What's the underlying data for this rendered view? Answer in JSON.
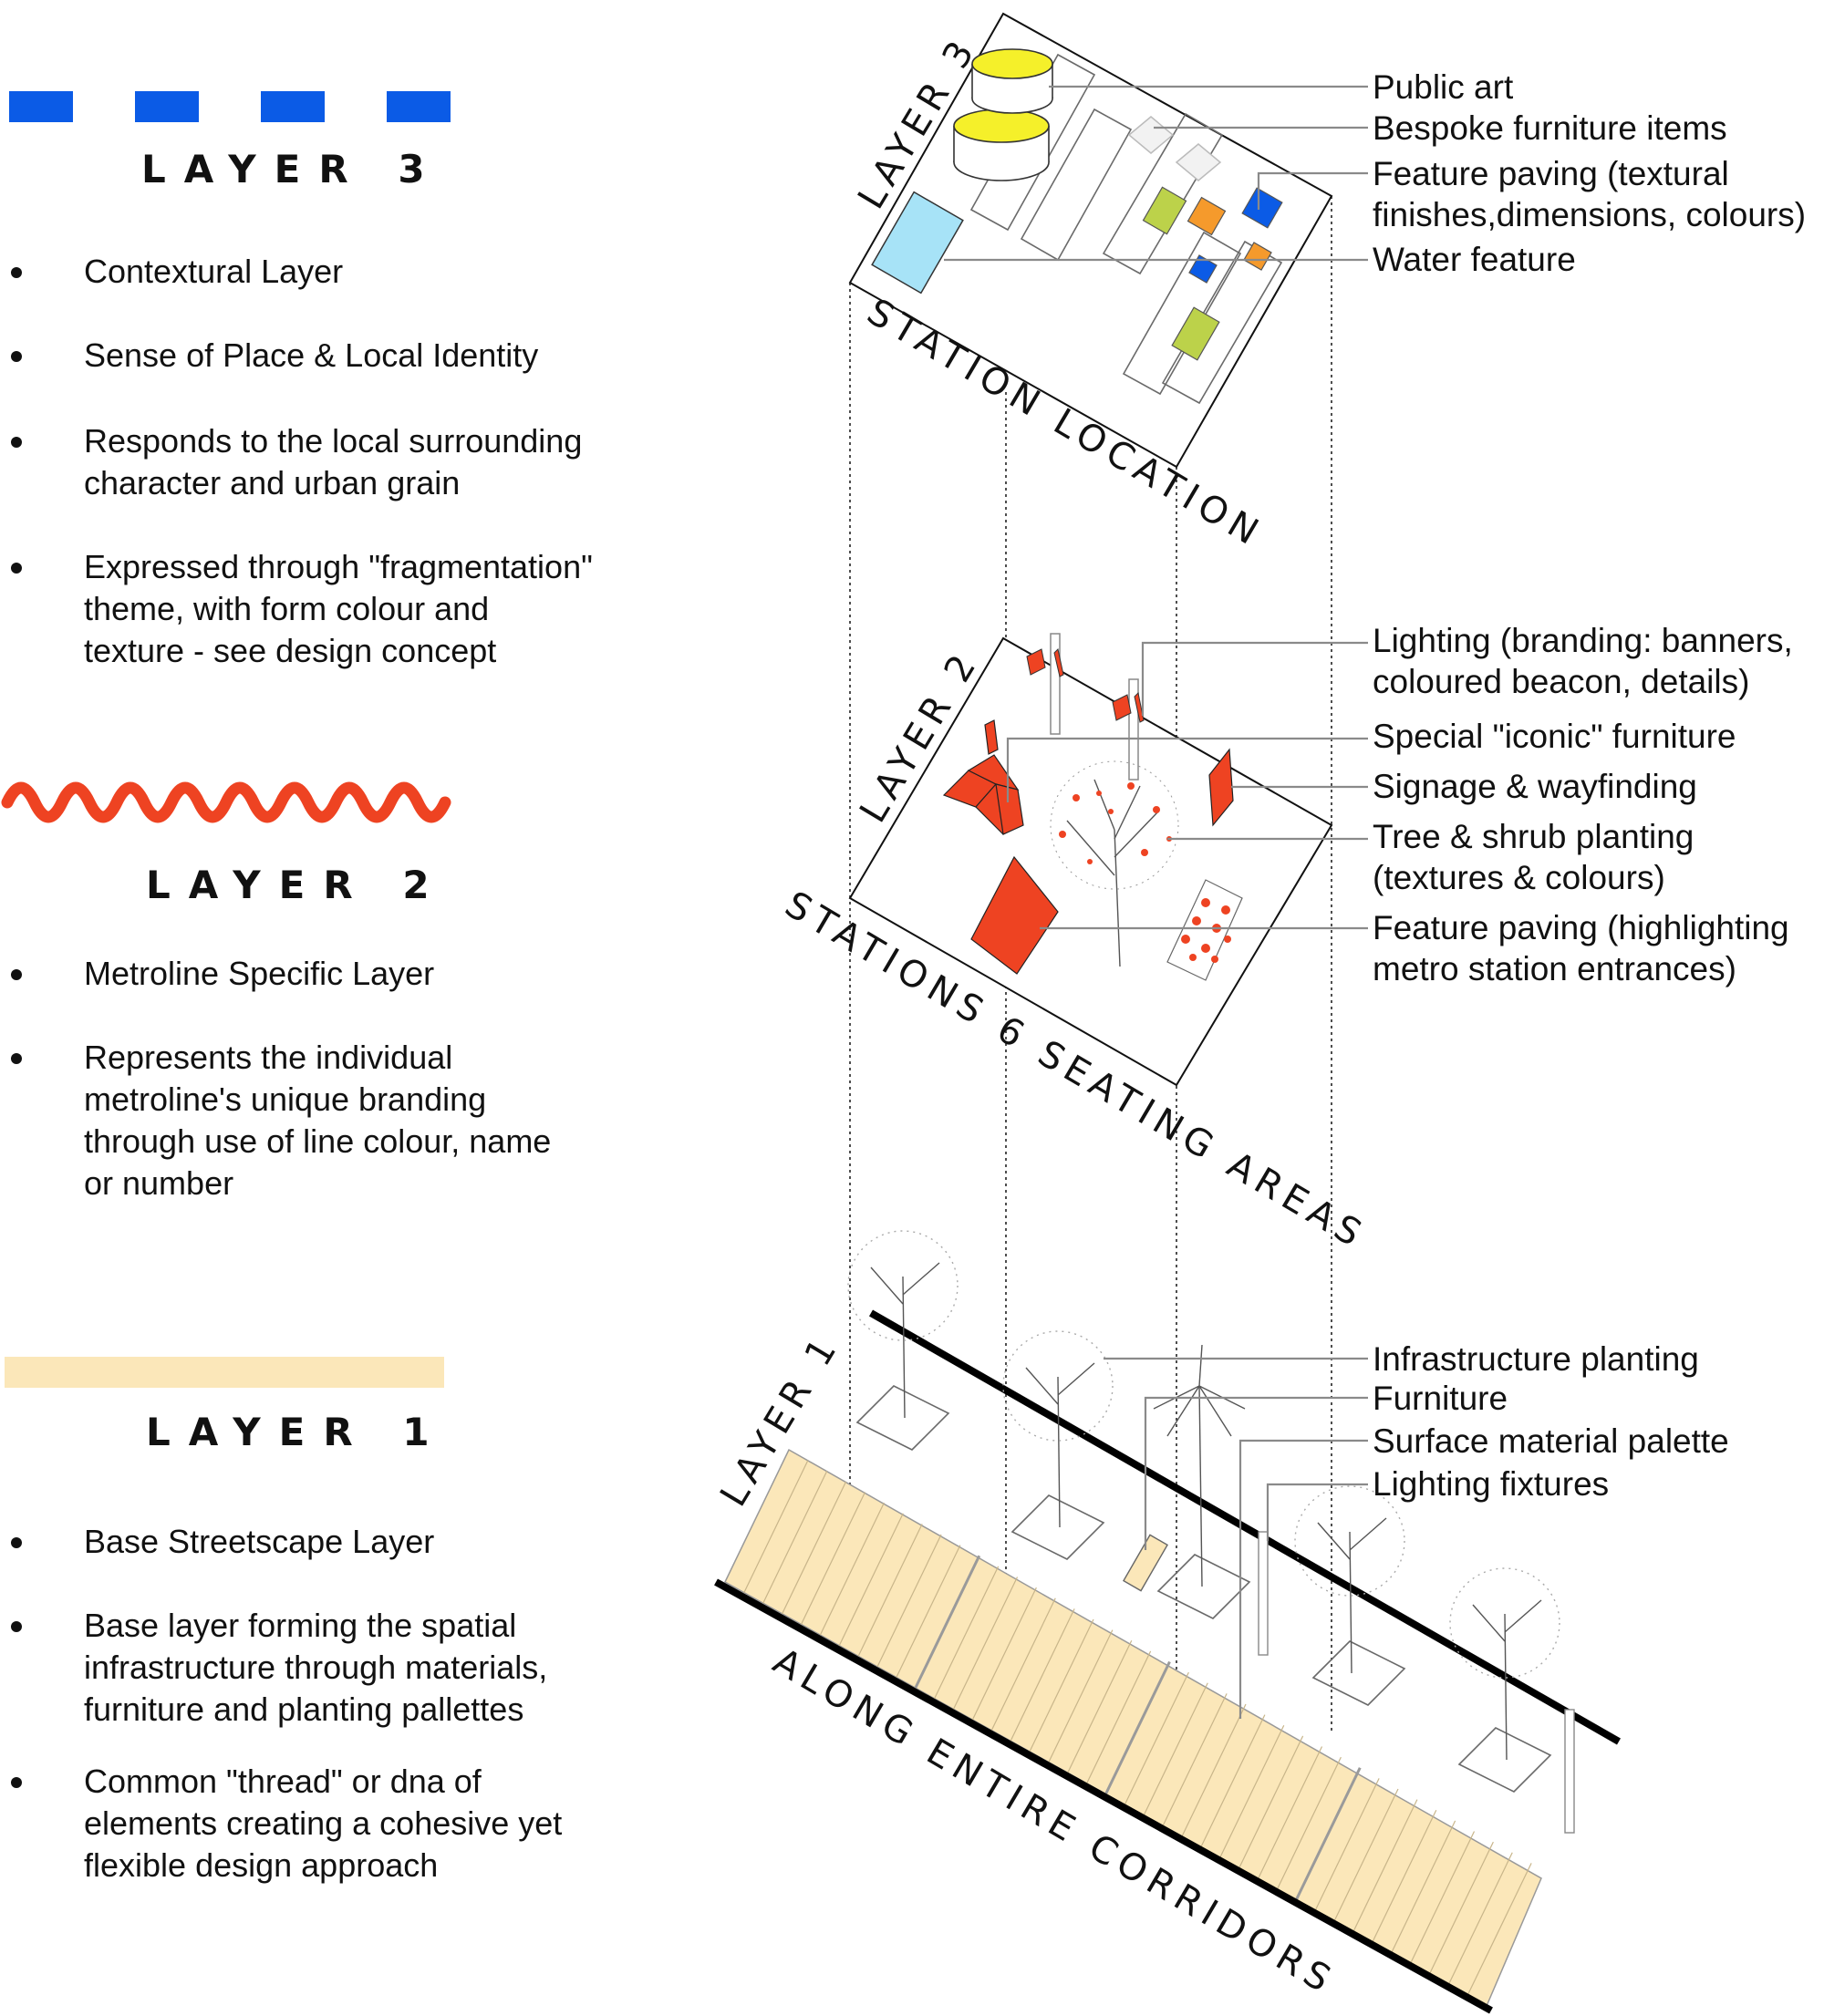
{
  "legend": {
    "layer3": {
      "title": "LAYER 3",
      "swatch_color": "#0b5be6",
      "bullets": [
        [
          "Contextural Layer"
        ],
        [
          "Sense of Place & Local Identity"
        ],
        [
          "Responds to the local surrounding",
          "character and urban grain"
        ],
        [
          "Expressed through \"fragmentation\"",
          "theme, with form colour and",
          "texture - see design concept"
        ]
      ]
    },
    "layer2": {
      "title": "LAYER 2",
      "swatch_color": "#ee4322",
      "bullets": [
        [
          "Metroline Specific Layer"
        ],
        [
          "Represents the individual",
          "metroline's unique branding",
          "through use of line colour, name",
          "or number"
        ]
      ]
    },
    "layer1": {
      "title": "LAYER 1",
      "swatch_color": "#fbe7b9",
      "bullets": [
        [
          "Base Streetscape Layer"
        ],
        [
          "Base layer forming the spatial",
          "infrastructure through materials,",
          "furniture and planting pallettes"
        ],
        [
          "Common \"thread\" or dna of",
          "elements creating a cohesive yet",
          "flexible design approach"
        ]
      ]
    }
  },
  "axonometric": {
    "layer3_label": "LAYER 3",
    "layer3_caption": "STATION LOCATION",
    "layer2_label": "LAYER 2",
    "layer2_caption": "STATIONS 6 SEATING AREAS",
    "layer1_label": "LAYER 1",
    "layer1_caption": "ALONG ENTIRE CORRIDORS"
  },
  "callouts": {
    "layer3": [
      [
        "Public art"
      ],
      [
        "Bespoke furniture items"
      ],
      [
        "Feature paving (textural",
        "finishes,dimensions, colours)"
      ],
      [
        "Water feature"
      ]
    ],
    "layer2": [
      [
        "Lighting (branding: banners,",
        "coloured beacon, details)"
      ],
      [
        "Special \"iconic\" furniture"
      ],
      [
        "Signage & wayfinding"
      ],
      [
        "Tree & shrub planting",
        "(textures & colours)"
      ],
      [
        "Feature paving (highlighting",
        "metro station entrances)"
      ]
    ],
    "layer1": [
      [
        "Infrastructure planting"
      ],
      [
        "Furniture"
      ],
      [
        "Surface material palette"
      ],
      [
        "Lighting fixtures"
      ]
    ]
  },
  "colors": {
    "blue": "#0b5be6",
    "orange": "#f59a2c",
    "green": "#bcd24a",
    "red": "#ee4322",
    "sky": "#a7e3f7",
    "yellow": "#f5f02a",
    "sand": "#fbe7b9"
  }
}
